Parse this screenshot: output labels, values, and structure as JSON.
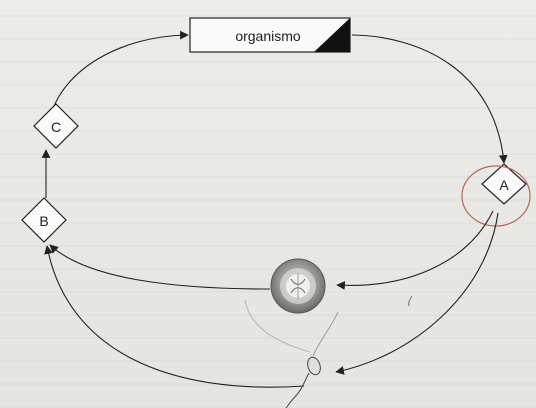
{
  "diagram": {
    "organism_label": "organismo",
    "node_a_label": "A",
    "node_b_label": "B",
    "node_c_label": "C",
    "colors": {
      "stroke": "#2a2a2a",
      "background": "#e9e9e6",
      "highlight": "#b05a4a"
    }
  }
}
